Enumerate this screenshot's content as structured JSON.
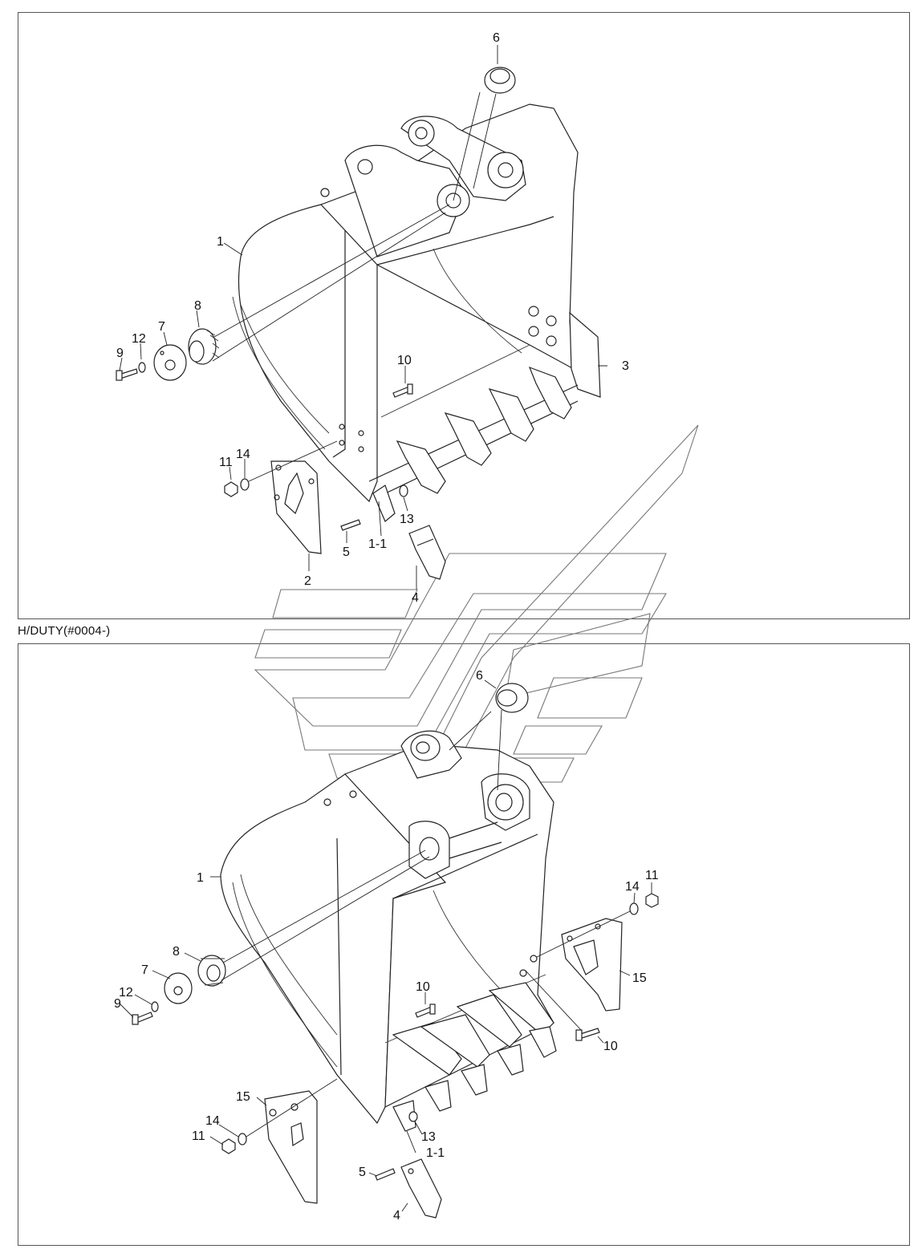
{
  "top_diagram": {
    "labels": {
      "l1": "1",
      "l3": "3",
      "l6": "6",
      "l8": "8",
      "l7": "7",
      "l12": "12",
      "l9": "9",
      "l10": "10",
      "l11": "11",
      "l14": "14",
      "l13": "13",
      "l11b": "1-1",
      "l5": "5",
      "l2": "2",
      "l4": "4"
    }
  },
  "section_title": "H/DUTY(#0004-)",
  "bottom_diagram": {
    "labels": {
      "l6": "6",
      "l1": "1",
      "l8": "8",
      "l7": "7",
      "l12": "12",
      "l9": "9",
      "l10a": "10",
      "l10b": "10",
      "l14a": "14",
      "l11a": "11",
      "l15a": "15",
      "l15b": "15",
      "l14b": "14",
      "l11b": "11",
      "l13": "13",
      "l11c": "1-1",
      "l5": "5",
      "l4": "4"
    }
  }
}
